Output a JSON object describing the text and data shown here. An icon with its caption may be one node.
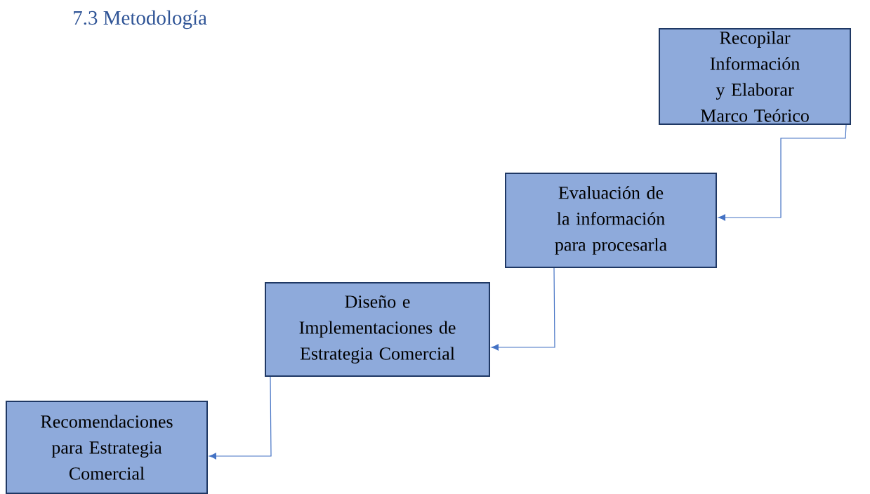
{
  "diagram": {
    "title": "7.3 Metodología",
    "nodes": [
      {
        "text": [
          "Recopilar Información y Elaborar Marco Teórico"
        ]
      },
      {
        "text": [
          "Evaluación de la información para procesarla"
        ]
      },
      {
        "text": [
          "Diseño e Implementaciones de Estrategia Comercial"
        ]
      },
      {
        "text": [
          "Recomendaciones para Estrategia Comercial"
        ]
      }
    ],
    "edges": [
      {
        "from": 0,
        "to": 1,
        "arrow": "to"
      },
      {
        "from": 1,
        "to": 2,
        "arrow": "to"
      },
      {
        "from": 2,
        "to": 3,
        "arrow": "to"
      }
    ]
  }
}
